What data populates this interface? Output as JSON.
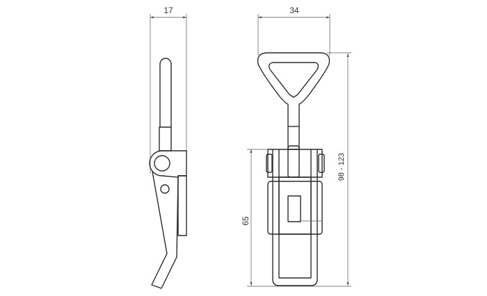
{
  "dimensions": {
    "side_width": "17",
    "front_width": "34",
    "body_height": "65",
    "total_height": "98 - 123"
  },
  "colors": {
    "line": "#2a2a2a",
    "dimension": "#555555",
    "background": "#ffffff"
  }
}
